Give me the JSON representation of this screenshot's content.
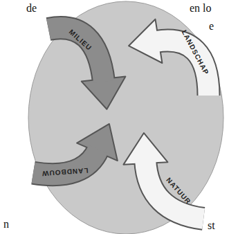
{
  "diagram": {
    "nodes": [
      {
        "text": [
          "MILIEU"
        ]
      },
      {
        "text": [
          "LANDSCHAP"
        ]
      },
      {
        "text": [
          "LANDBOUW"
        ]
      },
      {
        "text": [
          "NATUUR"
        ]
      }
    ],
    "labels": [
      "de",
      "en lo",
      "e",
      "n",
      "st"
    ]
  }
}
